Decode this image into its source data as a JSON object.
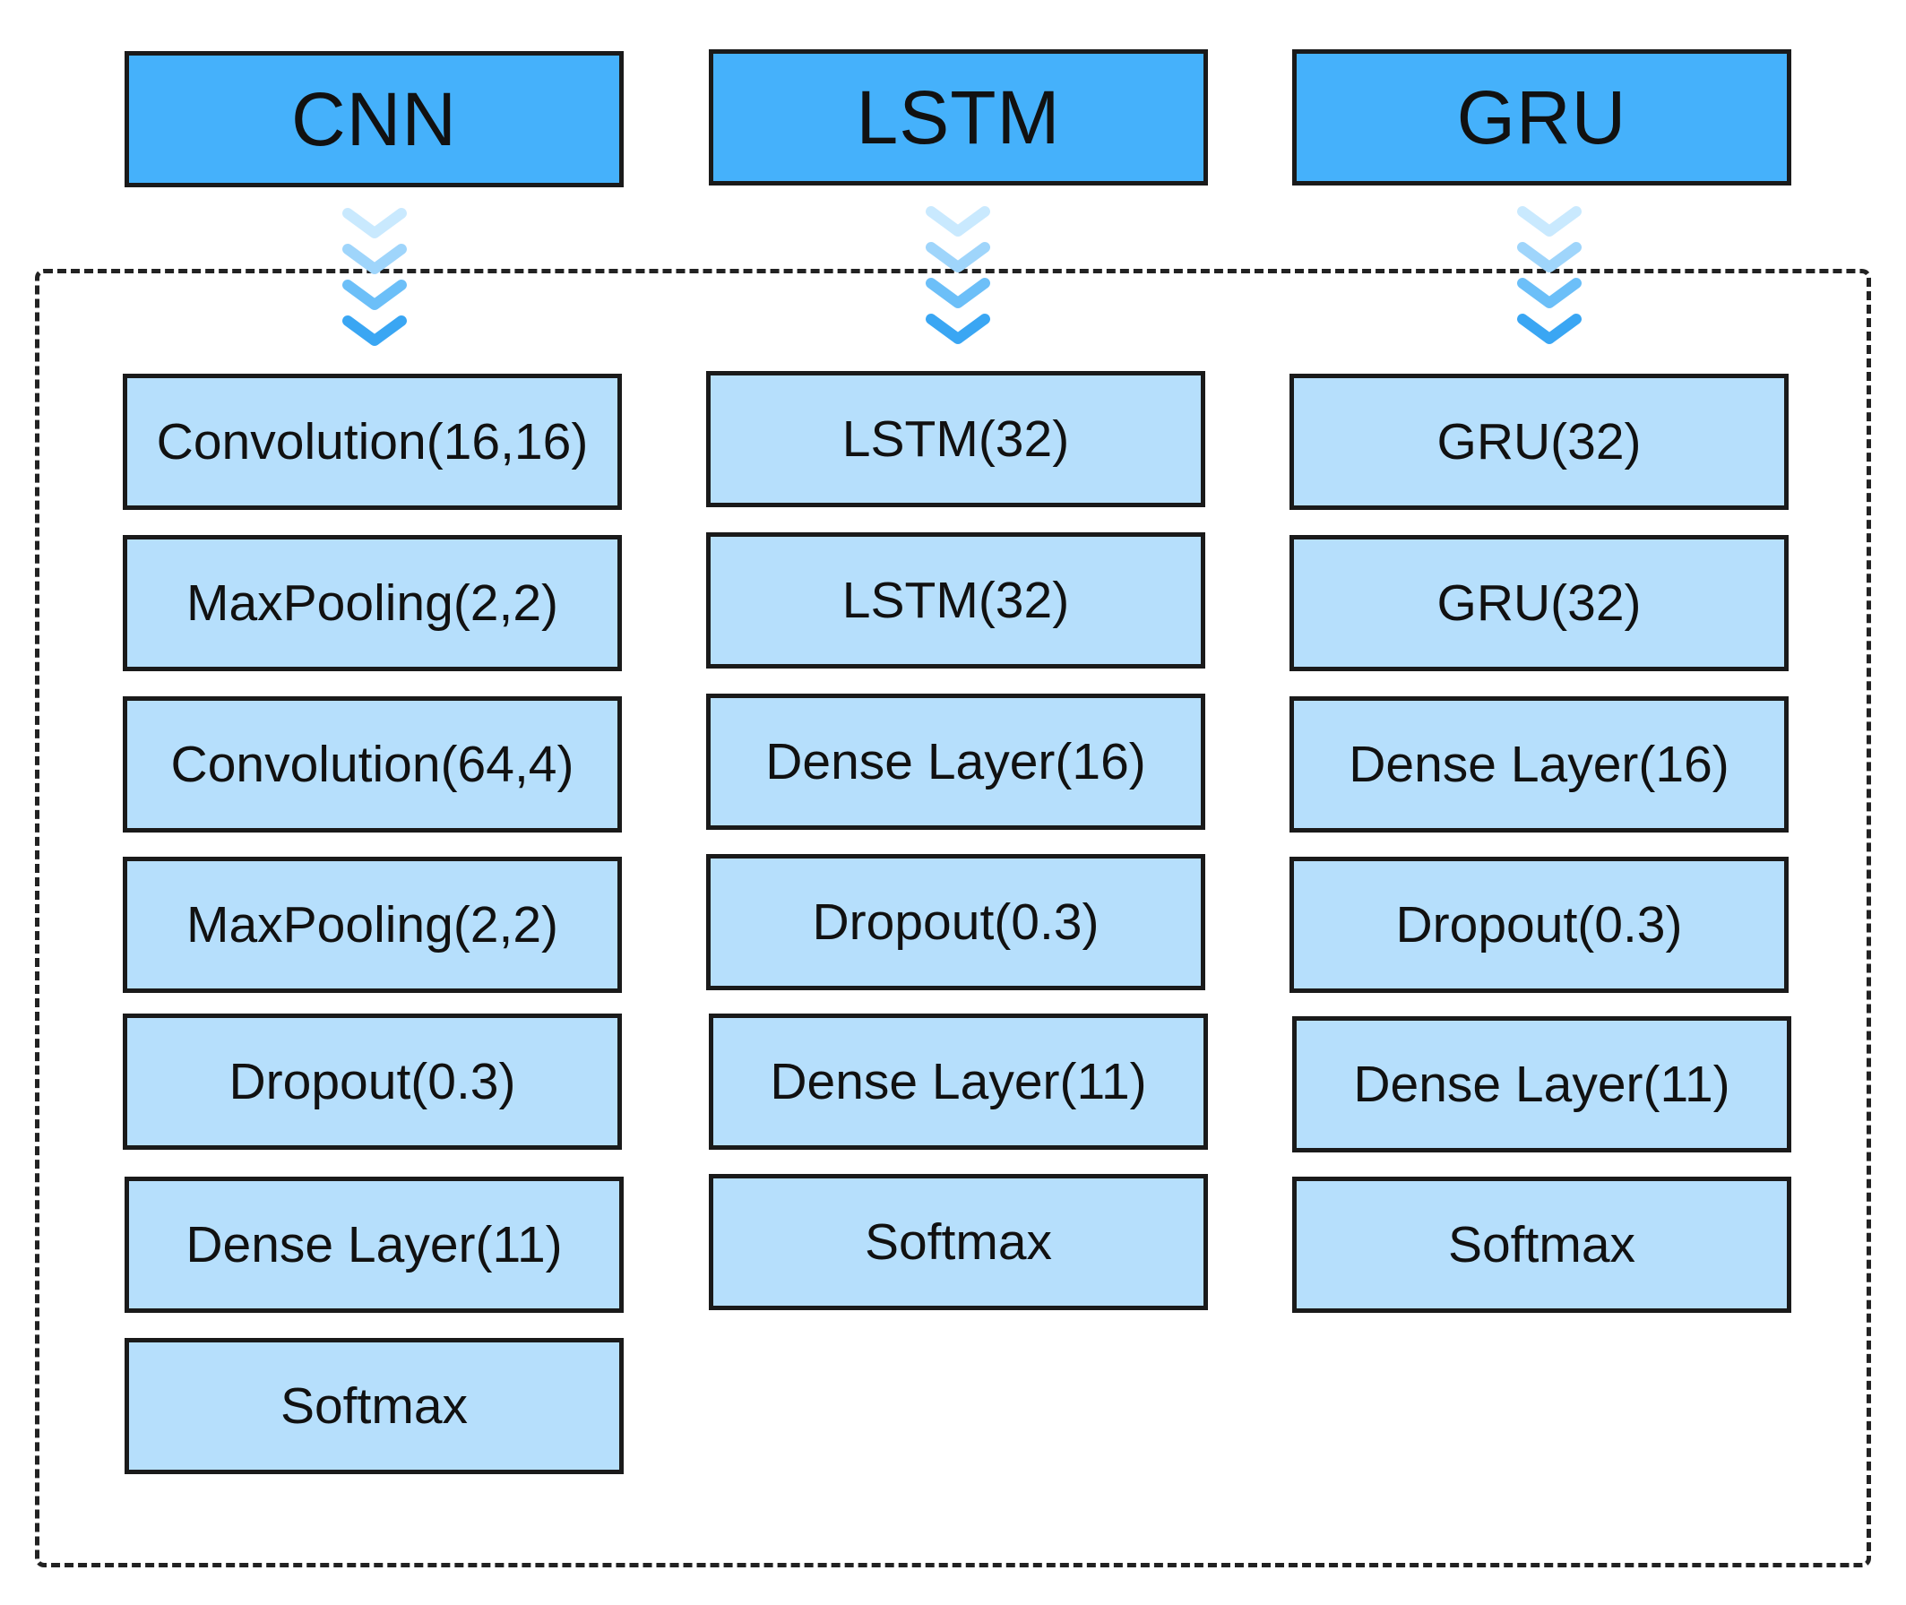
{
  "colors": {
    "header_fill": "#45b1fb",
    "layer_fill": "#b6dffc",
    "border": "#1a1a1a",
    "arrow_light": "#b9e2fd",
    "arrow_dark": "#3aa6f3"
  },
  "icons": {
    "flow_arrow": "chevrons-down-icon"
  },
  "columns": [
    {
      "title": "CNN",
      "layers": [
        "Convolution(16,16)",
        "MaxPooling(2,2)",
        "Convolution(64,4)",
        "MaxPooling(2,2)",
        "Dropout(0.3)",
        "Dense Layer(11)",
        "Softmax"
      ]
    },
    {
      "title": "LSTM",
      "layers": [
        "LSTM(32)",
        "LSTM(32)",
        "Dense Layer(16)",
        "Dropout(0.3)",
        "Dense Layer(11)",
        "Softmax"
      ]
    },
    {
      "title": "GRU",
      "layers": [
        "GRU(32)",
        "GRU(32)",
        "Dense Layer(16)",
        "Dropout(0.3)",
        "Dense Layer(11)",
        "Softmax"
      ]
    }
  ]
}
